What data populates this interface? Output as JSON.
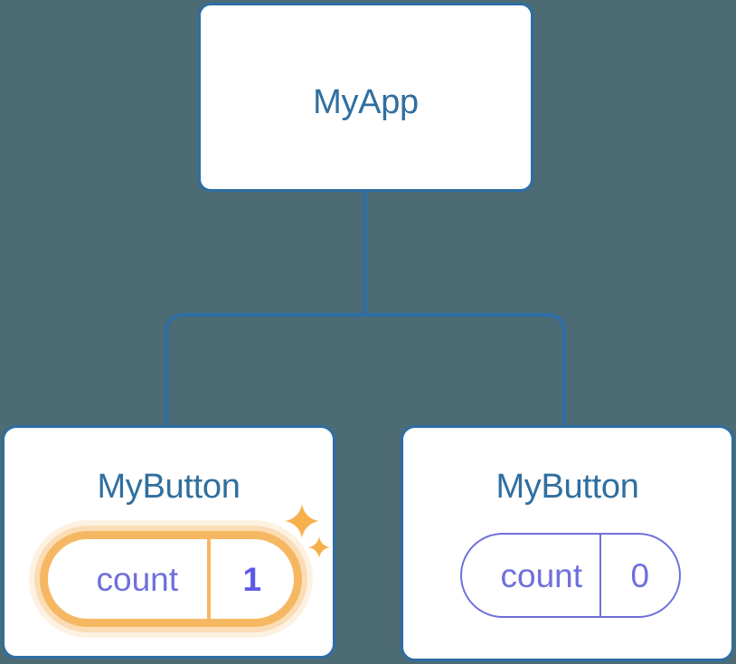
{
  "diagram": {
    "type": "component-tree",
    "background_color": "#4d6b75",
    "edge_color": "#2d6ea4",
    "card_border_color": "#2d6ea4",
    "title_color": "#2f6f9f",
    "pill_default_color": "#6f6fdd",
    "pill_highlight_color": "#f6b763",
    "highlight_value_color": "#5b58e8",
    "nodes": {
      "root": {
        "title": "MyApp"
      },
      "child_left": {
        "title": "MyButton",
        "state": {
          "key": "count",
          "value": "1",
          "highlighted": true,
          "sparkle_big": "sparkle-icon",
          "sparkle_small": "sparkle-icon"
        }
      },
      "child_right": {
        "title": "MyButton",
        "state": {
          "key": "count",
          "value": "0",
          "highlighted": false
        }
      }
    },
    "edges": [
      {
        "from": "root",
        "to": "child_left"
      },
      {
        "from": "root",
        "to": "child_right"
      }
    ]
  }
}
